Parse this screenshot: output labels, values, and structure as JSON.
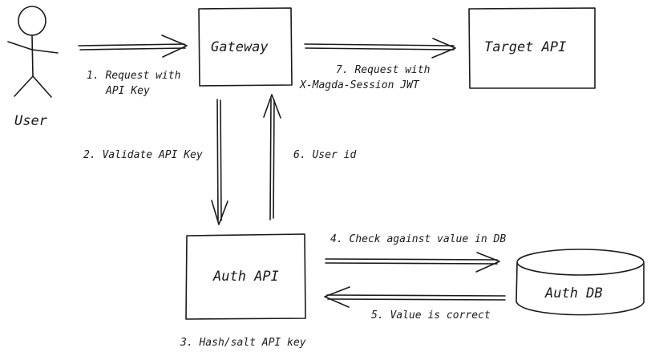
{
  "actors": {
    "user": "User"
  },
  "boxes": {
    "gateway": "Gateway",
    "target_api": "Target API",
    "auth_api": "Auth API"
  },
  "database": {
    "auth_db": "Auth DB"
  },
  "steps": {
    "step1_line1": "1. Request with",
    "step1_line2": "API Key",
    "step2": "2. Validate API Key",
    "step3": "3. Hash/salt API key",
    "step4": "4. Check against value in DB",
    "step5": "5. Value is correct",
    "step6": "6. User id",
    "step7_line1": "7. Request with",
    "step7_line2": "X-Magda-Session JWT"
  }
}
